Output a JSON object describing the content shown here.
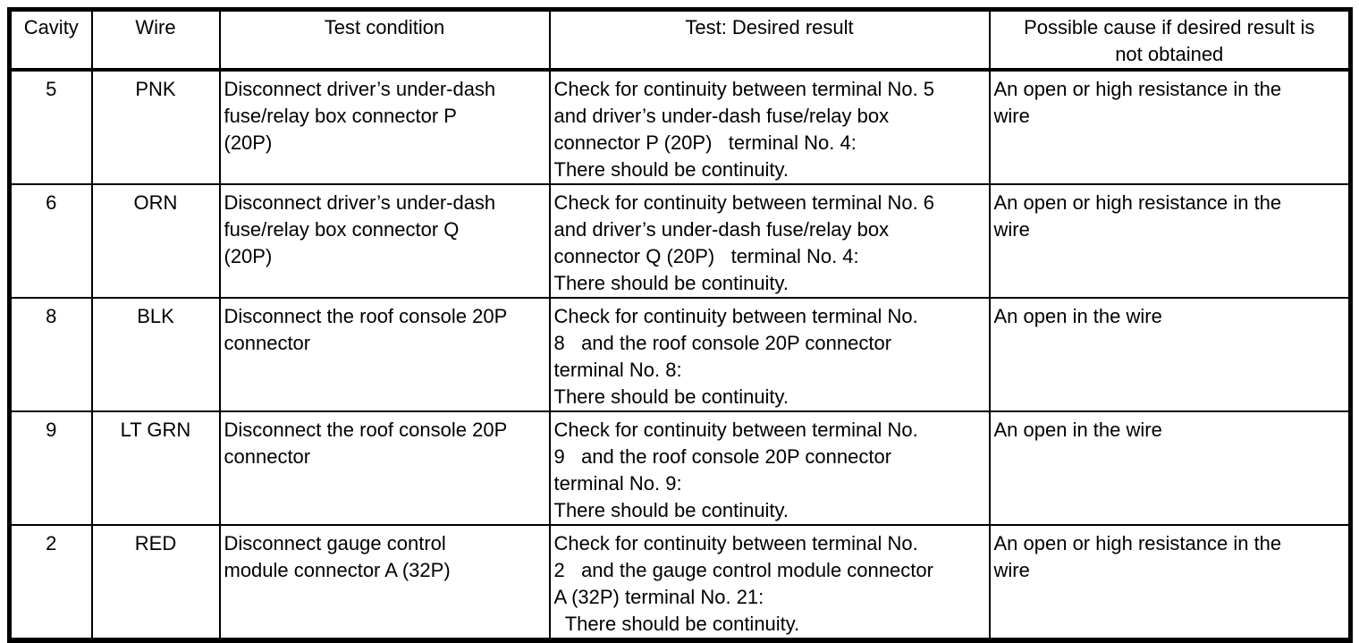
{
  "table": {
    "headers": [
      "Cavity",
      "Wire",
      "Test condition",
      "Test: Desired result",
      "Possible cause if desired result is\nnot obtained"
    ],
    "rows": [
      {
        "cavity": "5",
        "wire": "PNK",
        "test_condition": "Disconnect driver’s under-dash\nfuse/relay box connector P\n(20P)",
        "desired_result": "Check for continuity between terminal No. 5\nand driver’s under-dash fuse/relay box\nconnector P (20P)   terminal No. 4:\nThere should be continuity.",
        "possible_cause": "An open or high resistance in the\nwire"
      },
      {
        "cavity": "6",
        "wire": "ORN",
        "test_condition": "Disconnect driver’s under-dash\nfuse/relay box connector Q\n(20P)",
        "desired_result": "Check for continuity between terminal No. 6\nand driver’s under-dash fuse/relay box\nconnector Q (20P)   terminal No. 4:\nThere should be continuity.",
        "possible_cause": "An open or high resistance in the\nwire"
      },
      {
        "cavity": "8",
        "wire": "BLK",
        "test_condition": "Disconnect the roof console 20P\nconnector",
        "desired_result": "Check for continuity between terminal No.\n8   and the roof console 20P connector\nterminal No. 8:\nThere should be continuity.",
        "possible_cause": "An open in the wire"
      },
      {
        "cavity": "9",
        "wire": "LT GRN",
        "test_condition": "Disconnect the roof console 20P\nconnector",
        "desired_result": "Check for continuity between terminal No.\n9   and the roof console 20P connector\nterminal No. 9:\nThere should be continuity.",
        "possible_cause": "An open in the wire"
      },
      {
        "cavity": "2",
        "wire": "RED",
        "test_condition": "Disconnect gauge control\nmodule connector A (32P)",
        "desired_result": "Check for continuity between terminal No.\n2   and the gauge control module connector\nA (32P) terminal No. 21:\n  There should be continuity.",
        "possible_cause": "An open or high resistance in the\nwire"
      }
    ]
  }
}
